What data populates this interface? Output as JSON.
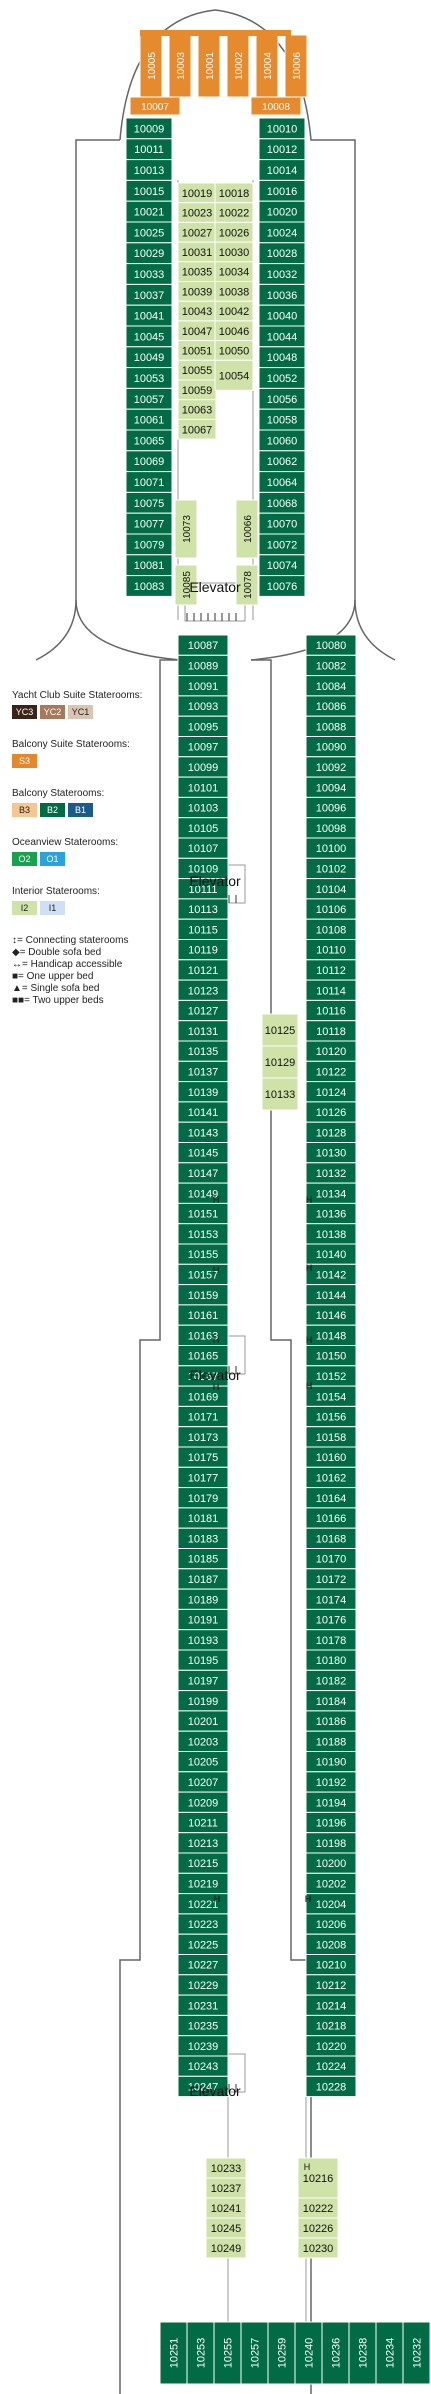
{
  "colors": {
    "green": "#006b45",
    "light": "#cfe2a8",
    "orange": "#e68a2e",
    "hull": "#666666",
    "yc3": "#3a2418",
    "yc2": "#a8785a",
    "yc1": "#d9c5b2",
    "s3": "#e8862a",
    "b3": "#f5c690",
    "b2": "#006b45",
    "b1": "#1a5b8c",
    "o2": "#1aa14d",
    "o1": "#2aa3dc",
    "i2": "#cfe2a8",
    "i1": "#cfe0f5"
  },
  "orange_rooms": [
    "10005",
    "10003",
    "10001",
    "10002",
    "10004",
    "10006"
  ],
  "orange_side": {
    "left": "10007",
    "right": "10008"
  },
  "outer_left": [
    "10009",
    "10011",
    "10013",
    "10015",
    "10021",
    "10025",
    "10029",
    "10033",
    "10037",
    "10041",
    "10045",
    "10049",
    "10053",
    "10057",
    "10061",
    "10065",
    "10069",
    "10071",
    "10075",
    "10077",
    "10079",
    "10081",
    "10083"
  ],
  "outer_right": [
    "10010",
    "10012",
    "10014",
    "10016",
    "10020",
    "10024",
    "10028",
    "10032",
    "10036",
    "10040",
    "10044",
    "10048",
    "10052",
    "10056",
    "10058",
    "10060",
    "10062",
    "10064",
    "10068",
    "10070",
    "10072",
    "10074",
    "10076"
  ],
  "inner_left": [
    "10019",
    "10023",
    "10027",
    "10031",
    "10035",
    "10039",
    "10043",
    "10047",
    "10051",
    "10055",
    "10059",
    "10063",
    "10067"
  ],
  "inner_right": [
    "10018",
    "10022",
    "10026",
    "10030",
    "10034",
    "10038",
    "10042",
    "10046",
    "10050",
    "10054"
  ],
  "fwd_small": {
    "a": "10073",
    "b": "10085",
    "c": "10066",
    "d": "10078"
  },
  "mid_left": [
    "10087",
    "10089",
    "10091",
    "10093",
    "10095",
    "10097",
    "10099",
    "10101",
    "10103",
    "10105",
    "10107",
    "10109",
    "10111",
    "10113",
    "10115",
    "10119",
    "10121",
    "10123",
    "10127",
    "10131",
    "10135",
    "10137",
    "10139",
    "10141",
    "10143",
    "10145",
    "10147",
    "10149",
    "10151",
    "10153",
    "10155",
    "10157",
    "10159",
    "10161",
    "10163",
    "10165",
    "10167",
    "10169",
    "10171",
    "10173",
    "10175",
    "10177",
    "10179",
    "10181",
    "10183",
    "10185",
    "10187",
    "10189",
    "10191",
    "10193",
    "10195",
    "10197",
    "10199",
    "10201",
    "10203",
    "10205",
    "10207",
    "10209",
    "10211",
    "10213",
    "10215",
    "10219",
    "10221",
    "10223",
    "10225",
    "10227",
    "10229",
    "10231",
    "10235",
    "10239",
    "10243",
    "10247"
  ],
  "mid_right": [
    "10080",
    "10082",
    "10084",
    "10086",
    "10088",
    "10090",
    "10092",
    "10094",
    "10096",
    "10098",
    "10100",
    "10102",
    "10104",
    "10106",
    "10108",
    "10110",
    "10112",
    "10114",
    "10116",
    "10118",
    "10120",
    "10122",
    "10124",
    "10126",
    "10128",
    "10130",
    "10132",
    "10134",
    "10136",
    "10138",
    "10140",
    "10142",
    "10144",
    "10146",
    "10148",
    "10150",
    "10152",
    "10154",
    "10156",
    "10158",
    "10160",
    "10162",
    "10164",
    "10166",
    "10168",
    "10170",
    "10172",
    "10174",
    "10176",
    "10178",
    "10180",
    "10182",
    "10184",
    "10186",
    "10188",
    "10190",
    "10192",
    "10194",
    "10196",
    "10198",
    "10200",
    "10202",
    "10204",
    "10206",
    "10208",
    "10210",
    "10212",
    "10214",
    "10218",
    "10220",
    "10224",
    "10228"
  ],
  "center_rooms": [
    "10125",
    "10129",
    "10133"
  ],
  "aft_inner_left": [
    "10233",
    "10237",
    "10241",
    "10245",
    "10249"
  ],
  "aft_inner_right": [
    "10216",
    "10222",
    "10226",
    "10230"
  ],
  "stern": [
    "10251",
    "10253",
    "10255",
    "10257",
    "10259",
    "10240",
    "10236",
    "10238",
    "10234",
    "10232"
  ],
  "elevator_label": "Elevator",
  "h_mark": "H",
  "legend": {
    "yacht_title": "Yacht Club Suite Staterooms:",
    "yacht": [
      "YC3",
      "YC2",
      "YC1"
    ],
    "balcony_suite_title": "Balcony Suite Staterooms:",
    "balcony_suite": [
      "S3"
    ],
    "balcony_title": "Balcony Staterooms:",
    "balcony": [
      "B3",
      "B2",
      "B1"
    ],
    "ocean_title": "Oceanview Staterooms:",
    "ocean": [
      "O2",
      "O1"
    ],
    "interior_title": "Interior Staterooms:",
    "interior": [
      "I2",
      "I1"
    ],
    "symbols": [
      "↕= Connecting staterooms",
      "◆= Double sofa bed",
      "↔= Handicap accessible",
      "■= One upper bed",
      "▲= Single sofa bed",
      "■■= Two upper beds"
    ]
  }
}
